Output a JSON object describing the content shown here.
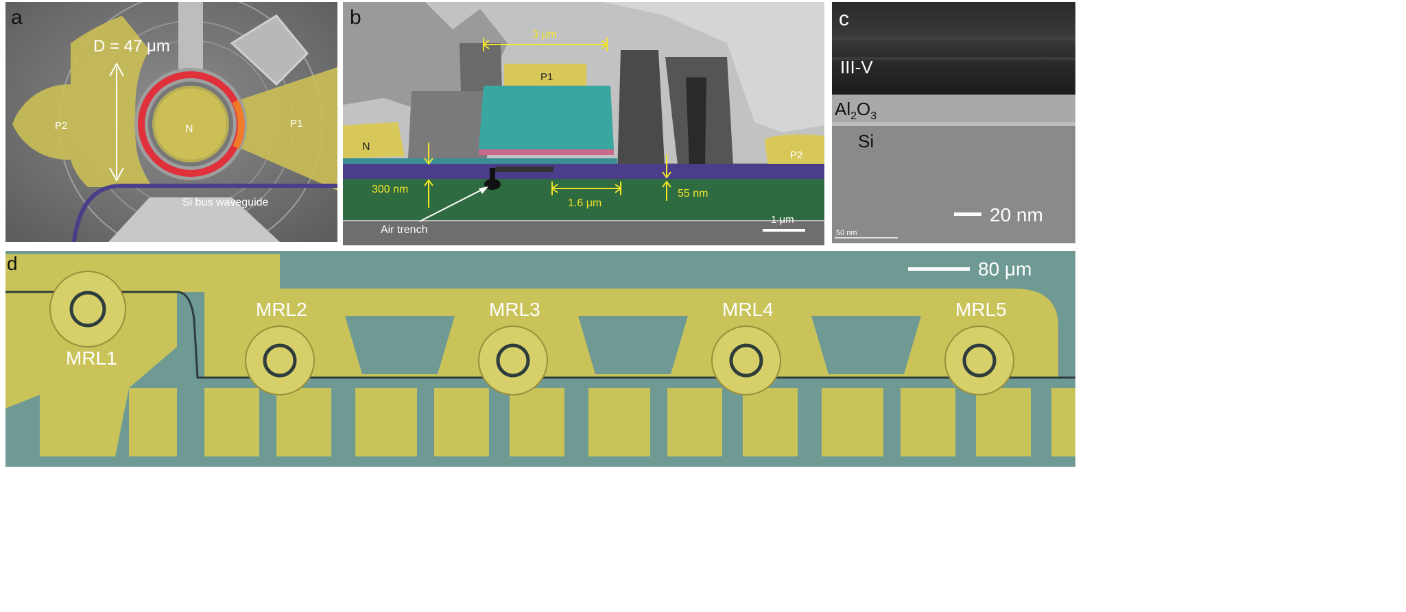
{
  "panels": {
    "a": {
      "label": "a",
      "dimension": "D = 47 μm",
      "pad_n": "N",
      "pad_p1": "P1",
      "pad_p2": "P2",
      "waveguide": "Si bus waveguide"
    },
    "b": {
      "label": "b",
      "width_top": "3 μm",
      "pad_p1": "P1",
      "pad_n": "N",
      "pad_p2": "P2",
      "thickness": "300 nm",
      "width_mid": "1.6 μm",
      "gap": "55 nm",
      "trench": "Air trench",
      "scale": "1 μm"
    },
    "c": {
      "label": "c",
      "layer_top": "III-V",
      "layer_mid_base": "Al",
      "layer_mid_sub1": "2",
      "layer_mid_o": "O",
      "layer_mid_sub2": "3",
      "layer_bottom": "Si",
      "scale": "20 nm",
      "instrument_scale": "50 nm"
    },
    "d": {
      "label": "d",
      "scale": "80 μm",
      "lasers": [
        "MRL1",
        "MRL2",
        "MRL3",
        "MRL4",
        "MRL5"
      ]
    }
  },
  "colors": {
    "gold": "#d8c85a",
    "teal": "#3aa6a0",
    "purple": "#4a3d8a",
    "green": "#2f6b40",
    "red_ring": "#e0303a",
    "sem_gray": "#8a8a8a",
    "annotation": "#f2e52a"
  }
}
